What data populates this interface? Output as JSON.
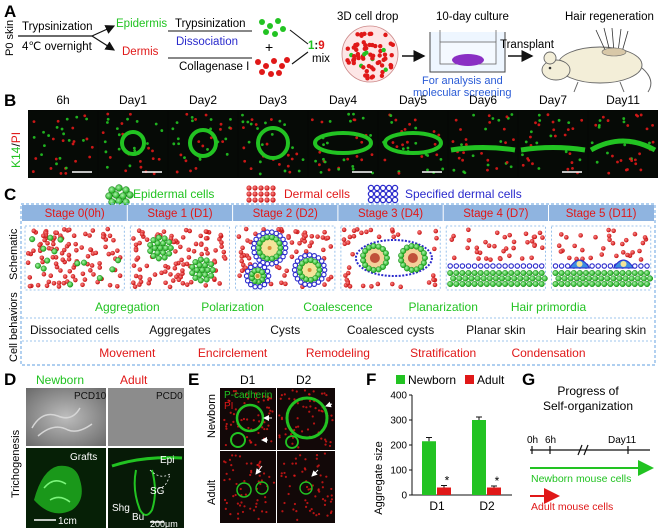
{
  "panels": {
    "A": {
      "letter": "A",
      "p0_skin": "P0 skin",
      "trypsinization_left": "Trypsinization",
      "overnight": "4℃  overnight",
      "epidermis": "Epidermis",
      "dermis": "Dermis",
      "trypsinization_right": "Trypsinization",
      "dissociation": "Dissociation",
      "collagenase": "Collagenase I",
      "plus": "+",
      "ratio_1": "1",
      "ratio_colon": ":",
      "ratio_9": "9",
      "mix": "mix",
      "drop": "3D cell drop",
      "culture": "10-day culture",
      "screening_1": "For analysis and",
      "screening_2": "molecular screening",
      "transplant": "Transplant",
      "regeneration": "Hair regeneration"
    },
    "B": {
      "letter": "B",
      "stain_a": "K14",
      "stain_sep": "/",
      "stain_b": "PI",
      "timepoints": [
        "6h",
        "Day1",
        "Day2",
        "Day3",
        "Day4",
        "Day5",
        "Day6",
        "Day7",
        "Day11"
      ]
    },
    "C": {
      "letter": "C",
      "legend_epidermal": "Epidermal cells",
      "legend_dermal": "Dermal cells",
      "legend_specified": "Specified dermal cells",
      "stages": [
        "Stage 0(0h)",
        "Stage 1 (D1)",
        "Stage 2 (D2)",
        "Stage 3 (D4)",
        "Stage 4 (D7)",
        "Stage 5 (D11)"
      ],
      "schematic_label": "Schematic",
      "cell_behaviors_label": "Cell behaviors",
      "green_row": [
        "Aggregation",
        "Polarization",
        "Coalescence",
        "Planarization",
        "Hair primordia"
      ],
      "black_row": [
        "Dissociated cells",
        "Aggregates",
        "Cysts",
        "Coalesced cysts",
        "Planar skin",
        "Hair bearing skin"
      ],
      "red_row": [
        "Movement",
        "Encirclement",
        "Remodeling",
        "Stratification",
        "Condensation"
      ]
    },
    "D": {
      "letter": "D",
      "newborn": "Newborn",
      "adult": "Adult",
      "pcd10": "PCD10",
      "pcd0": "PCD0",
      "grafts": "Grafts",
      "epi": "Epi",
      "sg": "SG",
      "shg": "Shg",
      "bu": "Bu",
      "scale_left": "1cm",
      "scale_right": "200μm",
      "side_label": "Trichogenesis"
    },
    "E": {
      "letter": "E",
      "d1": "D1",
      "d2": "D2",
      "stain_a": "P-cadherin",
      "stain_b": "PI",
      "newborn": "Newborn",
      "adult": "Adult"
    },
    "F": {
      "letter": "F",
      "legend_newborn": "Newborn",
      "legend_adult": "Adult",
      "star": "*"
    },
    "G": {
      "letter": "G",
      "title_1": "Progress of",
      "title_2": "Self-organization",
      "t0": "0h",
      "t1": "6h",
      "t2": "Day11",
      "newborn_cells": "Newborn mouse cells",
      "adult_cells": "Adult mouse cells"
    }
  },
  "colors": {
    "green": "#22c322",
    "red": "#e01818",
    "blue": "#2a2acc",
    "stage_bar": "#8fb4e0",
    "panel_border": "#7fb2e6"
  },
  "chart_data": {
    "type": "bar",
    "title": "",
    "xlabel": "",
    "ylabel": "Aggregate size",
    "categories": [
      "D1",
      "D2"
    ],
    "ylim": [
      0,
      400
    ],
    "yticks": [
      0,
      100,
      200,
      300,
      400
    ],
    "series": [
      {
        "name": "Newborn",
        "color": "#22c322",
        "values": [
          215,
          300
        ],
        "errors": [
          15,
          12
        ]
      },
      {
        "name": "Adult",
        "color": "#e01818",
        "values": [
          30,
          30
        ],
        "errors": [
          8,
          6
        ]
      }
    ]
  }
}
